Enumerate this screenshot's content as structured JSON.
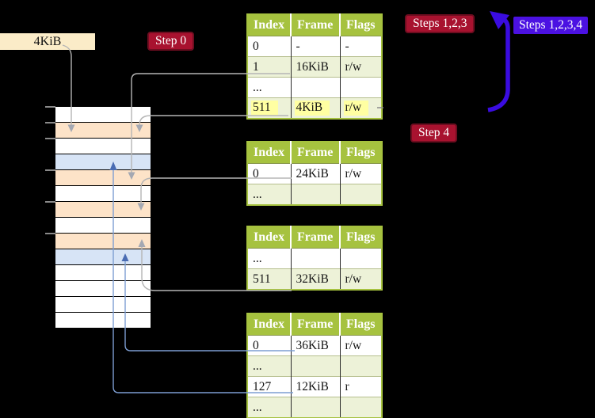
{
  "diagram": {
    "frame_label": "4KiB",
    "badges": [
      {
        "label": "Step 0",
        "style": "crimson"
      },
      {
        "label": "Steps 1,2,3",
        "style": "crimson"
      },
      {
        "label": "Steps 1,2,3,4",
        "style": "blueviolet"
      },
      {
        "label": "Step 4",
        "style": "crimson"
      }
    ],
    "memory_column": {
      "rows": [
        "white",
        "orange",
        "white",
        "blue",
        "orange",
        "white",
        "orange",
        "white",
        "orange",
        "blue",
        "white",
        "white",
        "white",
        "white"
      ],
      "ticks_at_boundaries": [
        0,
        1,
        2,
        4,
        6,
        8
      ]
    },
    "tables": [
      {
        "headers": [
          "Index",
          "Frame",
          "Flags"
        ],
        "rows": [
          {
            "cells": [
              "0",
              "-",
              "-"
            ]
          },
          {
            "cells": [
              "1",
              "16KiB",
              "r/w"
            ]
          },
          {
            "cells": [
              "...",
              "",
              ""
            ]
          },
          {
            "cells": [
              "511",
              "4KiB",
              "r/w"
            ],
            "highlight": true
          }
        ]
      },
      {
        "headers": [
          "Index",
          "Frame",
          "Flags"
        ],
        "rows": [
          {
            "cells": [
              "0",
              "24KiB",
              "r/w"
            ]
          },
          {
            "cells": [
              "...",
              "",
              ""
            ]
          }
        ]
      },
      {
        "headers": [
          "Index",
          "Frame",
          "Flags"
        ],
        "rows": [
          {
            "cells": [
              "...",
              "",
              ""
            ]
          },
          {
            "cells": [
              "511",
              "32KiB",
              "r/w"
            ]
          }
        ]
      },
      {
        "headers": [
          "Index",
          "Frame",
          "Flags"
        ],
        "rows": [
          {
            "cells": [
              "0",
              "36KiB",
              "r/w"
            ]
          },
          {
            "cells": [
              "...",
              "",
              ""
            ]
          },
          {
            "cells": [
              "127",
              "12KiB",
              "r"
            ]
          },
          {
            "cells": [
              "...",
              "",
              ""
            ]
          }
        ]
      }
    ],
    "connections": [
      {
        "from": "4KiB label",
        "to": "memory row 2 (orange)",
        "color": "gray"
      },
      {
        "from": "table1 row 1 (16KiB)",
        "to": "memory row 5 (orange)",
        "color": "gray"
      },
      {
        "from": "table1 row 511 (4KiB)",
        "to": "memory row 2 (orange)",
        "color": "gray"
      },
      {
        "from": "table2 row 0 (24KiB)",
        "to": "memory row 7 (orange)",
        "color": "gray"
      },
      {
        "from": "table3 row 511 (32KiB)",
        "to": "memory row 9 (orange)",
        "color": "gray"
      },
      {
        "from": "table4 row 0 (36KiB)",
        "to": "memory row 10 (blue)",
        "color": "blue"
      },
      {
        "from": "table4 row 127 (12KiB)",
        "to": "memory row 4 (blue)",
        "color": "blue"
      },
      {
        "from": "table1 right edge",
        "to": "between Steps badges (thick up arrow)",
        "color": "blueviolet"
      }
    ],
    "colors": {
      "header_green": "#a6c23f",
      "row_green": "#edf2d8",
      "highlight_yellow": "#ffffa2",
      "orange_row": "#fde3c8",
      "blue_row": "#d7e4f6",
      "cream": "#fbecc8",
      "crimson": "#a8122f",
      "blueviolet": "#4b11e2",
      "arrow_blue": "#3a0ce0",
      "line_gray": "#b5b5b5",
      "line_blue": "#7d9ed2"
    }
  }
}
